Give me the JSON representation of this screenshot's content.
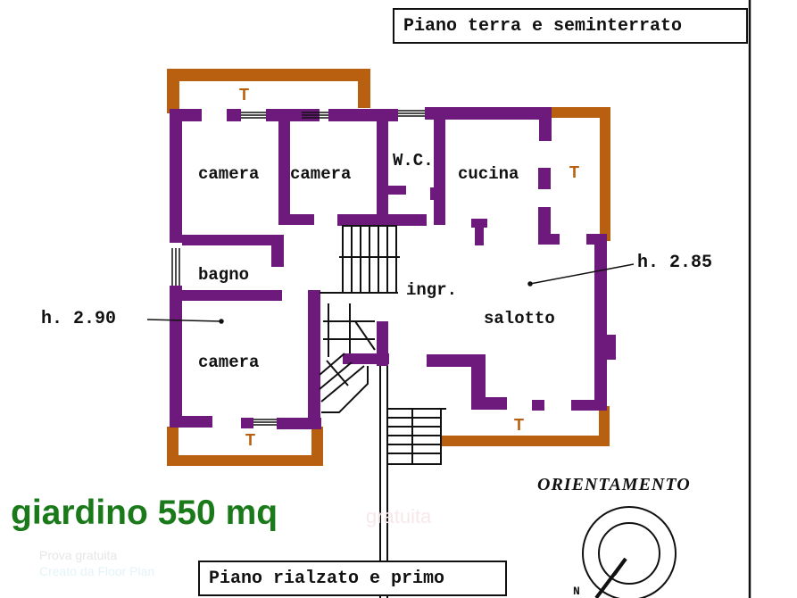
{
  "titles": {
    "top": "Piano terra e seminterrato",
    "bottom": "Piano rialzato e primo"
  },
  "rooms": {
    "camera_top_left": "camera",
    "camera_top_mid": "camera",
    "wc": "W.C.",
    "cucina": "cucina",
    "bagno": "bagno",
    "ingresso": "ingr.",
    "salotto": "salotto",
    "camera_bottom": "camera"
  },
  "heights": {
    "left": "h. 2.90",
    "right": "h. 2.85"
  },
  "terrace_marker": "T",
  "garden_label": "giardino 550 mq",
  "orientation": {
    "label": "ORIENTAMENTO",
    "north_marker": "N"
  },
  "watermarks": {
    "line1": "Prova gratuita",
    "line2": "Creato da Floor Plan",
    "mid": "gratuita"
  },
  "colors": {
    "interior_wall": "#6e1a7c",
    "terrace_wall": "#b8600f",
    "garden_text": "#1a7a1a",
    "ink": "#111111"
  }
}
